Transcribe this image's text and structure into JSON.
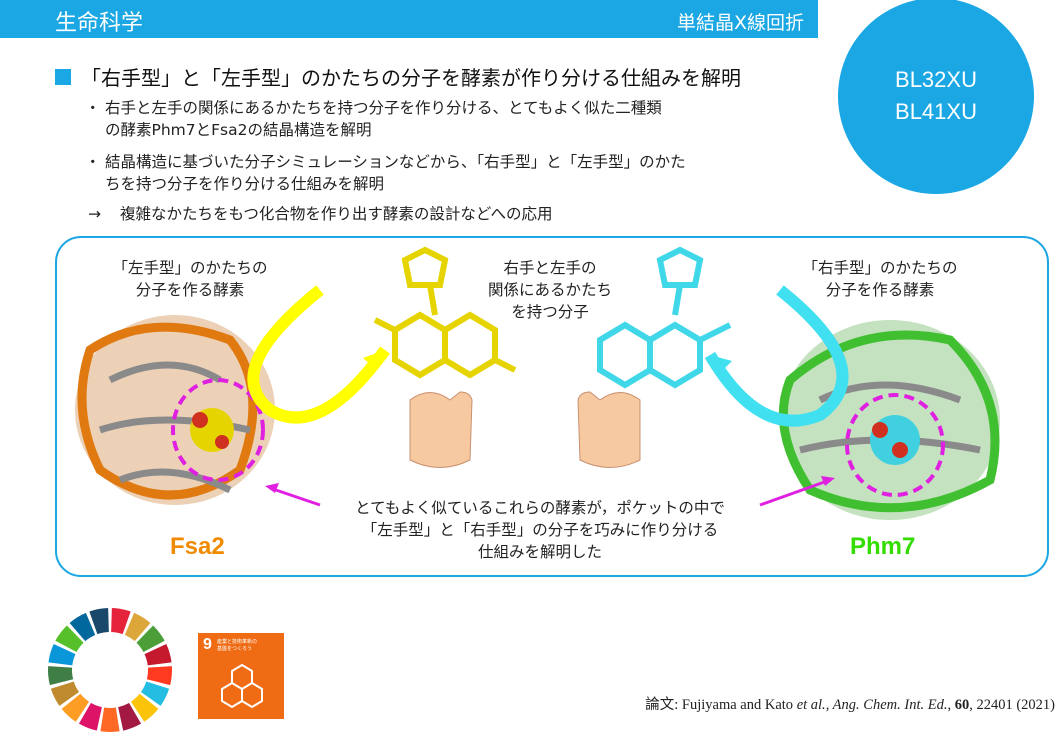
{
  "header": {
    "category": "生命科学",
    "method": "単結晶X線回折"
  },
  "beamlines": [
    "BL32XU",
    "BL41XU"
  ],
  "title": "「右手型」と「左手型」のかたちの分子を酵素が作り分ける仕組みを解明",
  "bullets": [
    {
      "marker": "・",
      "lines": [
        "右手と左手の関係にあるかたちを持つ分子を作り分ける、とてもよく似た二種類",
        "の酵素Phm7とFsa2の結晶構造を解明"
      ]
    },
    {
      "marker": "・",
      "lines": [
        "結晶構造に基づいた分子シミュレーションなどから、「右手型」と「左手型」のかた",
        "ちを持つ分子を作り分ける仕組みを解明"
      ]
    },
    {
      "marker": "→",
      "lines": [
        "複雑なかたちをもつ化合物を作り出す酵素の設計などへの応用"
      ]
    }
  ],
  "figure": {
    "left_label": [
      "「左手型」のかたちの",
      "分子を作る酵素"
    ],
    "center_label": [
      "右手と左手の",
      "関係にあるかたち",
      "を持つ分子"
    ],
    "right_label": [
      "「右手型」のかたちの",
      "分子を作る酵素"
    ],
    "bottom_label": [
      "とてもよく似ているこれらの酵素が，ポケットの中で",
      "「左手型」と「右手型」の分子を巧みに作り分ける",
      "仕組みを解明した"
    ],
    "enzyme_left": "Fsa2",
    "enzyme_right": "Phm7",
    "colors": {
      "left": "#f08a00",
      "right": "#33dd00",
      "accent": "#1ba7e3",
      "pocket": "#e020e0"
    }
  },
  "sdg": {
    "number": "9",
    "text": [
      "産業と技術革新の",
      "基盤をつくろう"
    ]
  },
  "citation": {
    "prefix": "論文: ",
    "authors": "Fujiyama and Kato ",
    "etal": "et al.",
    "journal": ", Ang. Chem. Int. Ed.",
    "sep": ", ",
    "volume": "60",
    "rest": ", 22401 (2021)"
  }
}
